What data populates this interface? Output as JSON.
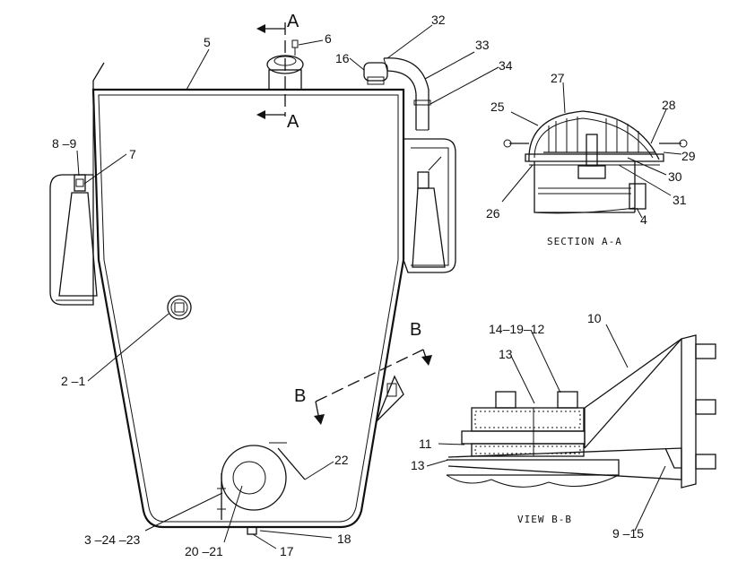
{
  "figure": {
    "title": "",
    "section_marks": {
      "a_top": "A",
      "a_bottom": "A",
      "b_right": "B",
      "b_left": "B"
    },
    "captions": {
      "section_a": "SECTION A-A",
      "view_b": "VIEW B-B"
    },
    "callouts": {
      "c5": "5",
      "c6": "6",
      "c16": "16",
      "c32": "32",
      "c33": "33",
      "c34": "34",
      "c8_9": "8 –9",
      "c7": "7",
      "c2_1": "2 –1",
      "c22": "22",
      "c3_24_23": "3 –24 –23",
      "c20_21": "20 –21",
      "c17": "17",
      "c18": "18",
      "c27": "27",
      "c25": "25",
      "c28": "28",
      "c29": "29",
      "c30": "30",
      "c31": "31",
      "c26": "26",
      "c4": "4",
      "c14_19_12": "14–19–12",
      "c10": "10",
      "c13_top": "13",
      "c11": "11",
      "c13_bottom": "13",
      "c9_15": "9 –15"
    }
  }
}
